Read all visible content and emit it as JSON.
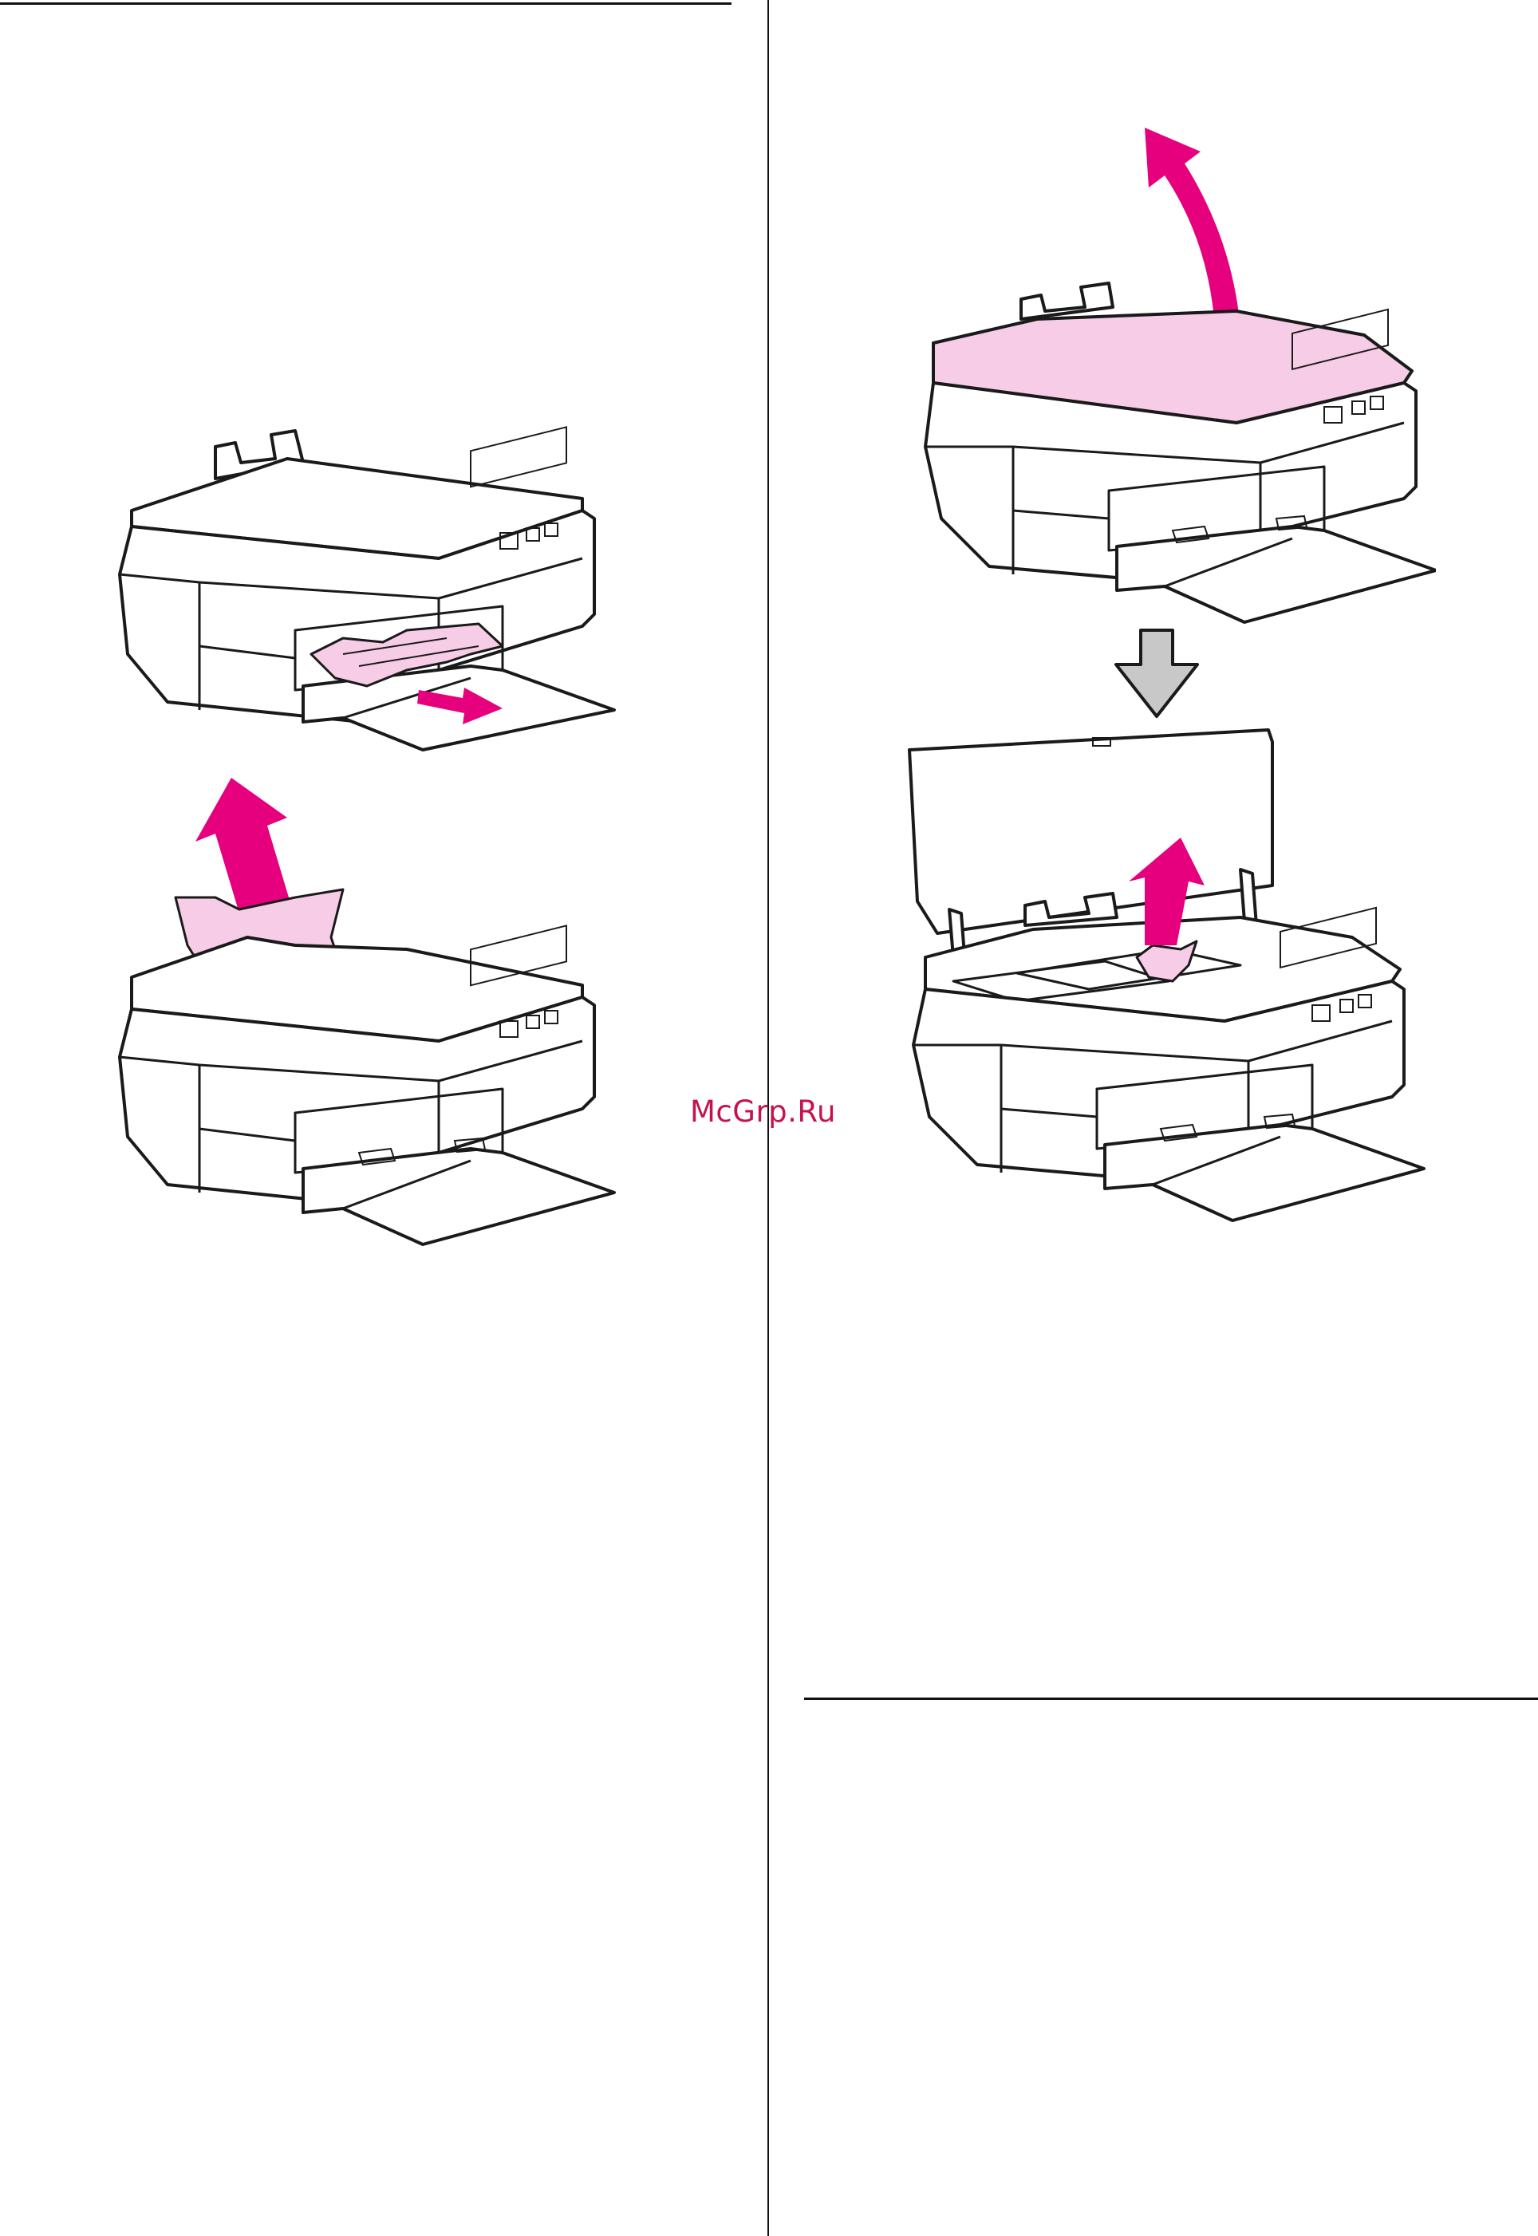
{
  "watermark": {
    "text": "McGrp.Ru"
  },
  "colors": {
    "accent_magenta": "#e6007e",
    "paper_pink": "#f6cce6",
    "arrow_gray": "#c8c8c8",
    "line": "#1a1a1a",
    "watermark": "#c5124f"
  },
  "figures": [
    {
      "name": "remove-paper-from-front-tray",
      "icon": "printer-front-output-jam"
    },
    {
      "name": "remove-paper-from-rear-feeder",
      "icon": "printer-rear-feeder-jam"
    },
    {
      "name": "open-printer-cover",
      "icon": "printer-cover-open-arrow"
    },
    {
      "name": "step-down-arrow",
      "icon": "down-arrow-icon"
    },
    {
      "name": "remove-paper-from-inside",
      "icon": "printer-inside-jam"
    }
  ]
}
